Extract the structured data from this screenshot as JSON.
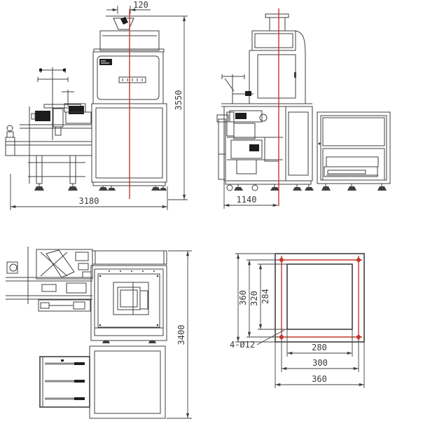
{
  "drawing": {
    "front_view": {
      "inlet_offset_dim": "120",
      "height_dim": "3550",
      "width_dim": "3180"
    },
    "side_view": {
      "width_dim": "1140"
    },
    "plan_view": {
      "depth_dim": "3400"
    },
    "plate_detail": {
      "holes_label": "4-Ø12",
      "vertical_outer_dim": "360",
      "vertical_holes_dim": "320",
      "vertical_opening_dim": "284",
      "horizontal_opening_dim": "280",
      "horizontal_holes_dim": "300",
      "horizontal_outer_dim": "360"
    }
  },
  "colors": {
    "line": "#3f3f3f",
    "centerline_red": "#c0392b"
  }
}
